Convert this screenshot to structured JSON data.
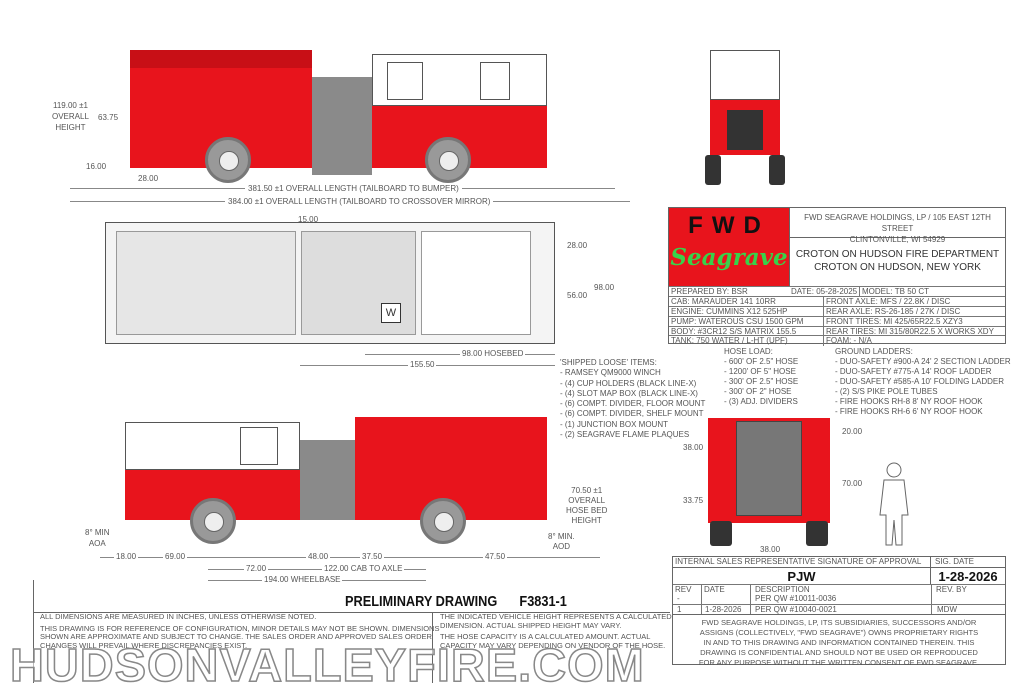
{
  "side_view_top": {
    "height_label": "119.00 ±1",
    "height_label2": "OVERALL",
    "height_label3": "HEIGHT",
    "dim_6375": "63.75",
    "dim_16": "16.00",
    "dim_28": "28.00",
    "overall_length_1": "381.50 ±1 OVERALL LENGTH (TAILBOARD TO BUMPER)",
    "overall_length_2": "384.00 ±1 OVERALL LENGTH (TAILBOARD TO CROSSOVER MIRROR)"
  },
  "plan_view": {
    "dim_15": "15.00",
    "dim_28": "28.00",
    "dim_56": "56.00",
    "dim_98": "98.00",
    "hosebed": "98.00 HOSEBED",
    "dim_155": "155.50",
    "w_mark": "W"
  },
  "title_block": {
    "logo_fwd": "FWD",
    "logo_seagrave": "Seagrave",
    "company_line1": "FWD SEAGRAVE HOLDINGS, LP / 105 EAST 12TH STREET",
    "company_line2": "CLINTONVILLE, WI 54929",
    "customer_line1": "CROTON ON HUDSON FIRE DEPARTMENT",
    "customer_line2": "CROTON ON HUDSON, NEW YORK",
    "prepared_by": "PREPARED BY: BSR",
    "date": "DATE: 05-28-2025",
    "model": "MODEL: TB 50 CT",
    "specs_left": [
      "CAB: MARAUDER 141 10RR",
      "ENGINE: CUMMINS X12 525HP",
      "PUMP: WATEROUS CSU 1500 GPM",
      "BODY: #3CR12 S/S MATRIX 155.5",
      "TANK: 750 WATER / L-HT (UPF)"
    ],
    "specs_right": [
      "FRONT AXLE: MFS / 22.8K / DISC",
      "REAR AXLE: RS-26-185 / 27K / DISC",
      "FRONT TIRES: MI 425/65R22.5 XZY3",
      "REAR TIRES: MI 315/80R22.5 X WORKS XDY",
      "FOAM: - N/A"
    ]
  },
  "shipped_loose": {
    "title": "'SHIPPED LOOSE' ITEMS:",
    "items": [
      "- RAMSEY QM9000 WINCH",
      "- (4) CUP HOLDERS (BLACK LINE-X)",
      "- (4) SLOT MAP BOX (BLACK LINE-X)",
      "- (6) COMPT. DIVIDER, FLOOR MOUNT",
      "- (6) COMPT. DIVIDER, SHELF MOUNT",
      "- (1) JUNCTION BOX MOUNT",
      "- (2) SEAGRAVE FLAME PLAQUES"
    ]
  },
  "hose_load": {
    "title": "HOSE LOAD:",
    "items": [
      "- 600' OF 2.5\" HOSE",
      "- 1200' OF 5\" HOSE",
      "- 300' OF 2.5\" HOSE",
      "- 300' OF 2\" HOSE",
      "- (3) ADJ. DIVIDERS"
    ]
  },
  "ground_ladders": {
    "title": "GROUND LADDERS:",
    "items": [
      "- DUO-SAFETY #900-A 24' 2 SECTION LADDER",
      "- DUO-SAFETY #775-A 14' ROOF LADDER",
      "- DUO-SAFETY #585-A 10' FOLDING LADDER",
      "- (2) S/S PIKE POLE TUBES",
      "- FIRE HOOKS RH-8 8' NY ROOF HOOK",
      "- FIRE HOOKS RH-6 6' NY ROOF HOOK"
    ]
  },
  "rear_view": {
    "dim_20": "20.00",
    "dim_38_left": "38.00",
    "dim_70": "70.00",
    "dim_3375": "33.75",
    "dim_38_bottom": "38.00"
  },
  "side_view_bottom": {
    "aoa_1": "8° MIN",
    "aoa_2": "AOA",
    "aod_1": "8° MIN.",
    "aod_2": "AOD",
    "hosebed_1": "70.50 ±1",
    "hosebed_2": "OVERALL",
    "hosebed_3": "HOSE BED",
    "hosebed_4": "HEIGHT",
    "dim_18": "18.00",
    "dim_69": "69.00",
    "dim_48": "48.00",
    "dim_375": "37.50",
    "dim_475": "47.50",
    "dim_72": "72.00",
    "cab_to_axle": "122.00 CAB TO AXLE",
    "wheelbase": "194.00 WHEELBASE"
  },
  "drawing_title": "PRELIMINARY DRAWING",
  "drawing_number": "F3831-1",
  "notes_left": [
    "ALL DIMENSIONS ARE MEASURED IN INCHES, UNLESS OTHERWISE NOTED.",
    "THIS DRAWING IS FOR REFERENCE OF CONFIGURATION, MINOR DETAILS MAY NOT BE SHOWN.  DIMENSIONS",
    "SHOWN ARE APPROXIMATE AND SUBJECT TO CHANGE.  THE SALES ORDER AND APPROVED SALES ORDER",
    "CHANGES WILL PREVAIL WHERE DISCREPANCIES EXIST."
  ],
  "notes_right": [
    "THE INDICATED VEHICLE HEIGHT REPRESENTS A CALCULATED",
    "DIMENSION.  ACTUAL SHIPPED HEIGHT MAY VARY.",
    "THE HOSE CAPACITY IS A CALCULATED AMOUNT.  ACTUAL",
    "CAPACITY MAY VARY DEPENDING ON  VENDOR OF THE HOSE."
  ],
  "approval": {
    "header": "INTERNAL SALES REPRESENTATIVE SIGNATURE OF APPROVAL",
    "sig_date_header": "SIG. DATE",
    "signature": "PJW",
    "sig_date": "1-28-2026",
    "rev_headers": [
      "REV",
      "DATE",
      "DESCRIPTION",
      "REV. BY"
    ],
    "revisions": [
      {
        "rev": "-",
        "date": "",
        "desc": "PER QW #10011-0036",
        "by": ""
      },
      {
        "rev": "1",
        "date": "1-28-2026",
        "desc": "PER QW #10040-0021",
        "by": "MDW"
      }
    ],
    "disclaimer": [
      "FWD SEAGRAVE HOLDINGS, LP, ITS SUBSIDIARIES, SUCCESSORS AND/OR",
      "ASSIGNS (COLLECTIVELY, \"FWD SEAGRAVE\") OWNS PROPRIETARY RIGHTS",
      "IN AND TO THIS DRAWING AND INFORMATION CONTAINED THEREIN. THIS",
      "DRAWING IS CONFIDENTIAL AND SHOULD NOT BE USED OR REPRODUCED",
      "FOR ANY PURPOSE WITHOUT THE WRITTEN CONSENT OF  FWD SEAGRAVE."
    ]
  },
  "watermark": "HUDSONVALLEYFIRE.COM"
}
